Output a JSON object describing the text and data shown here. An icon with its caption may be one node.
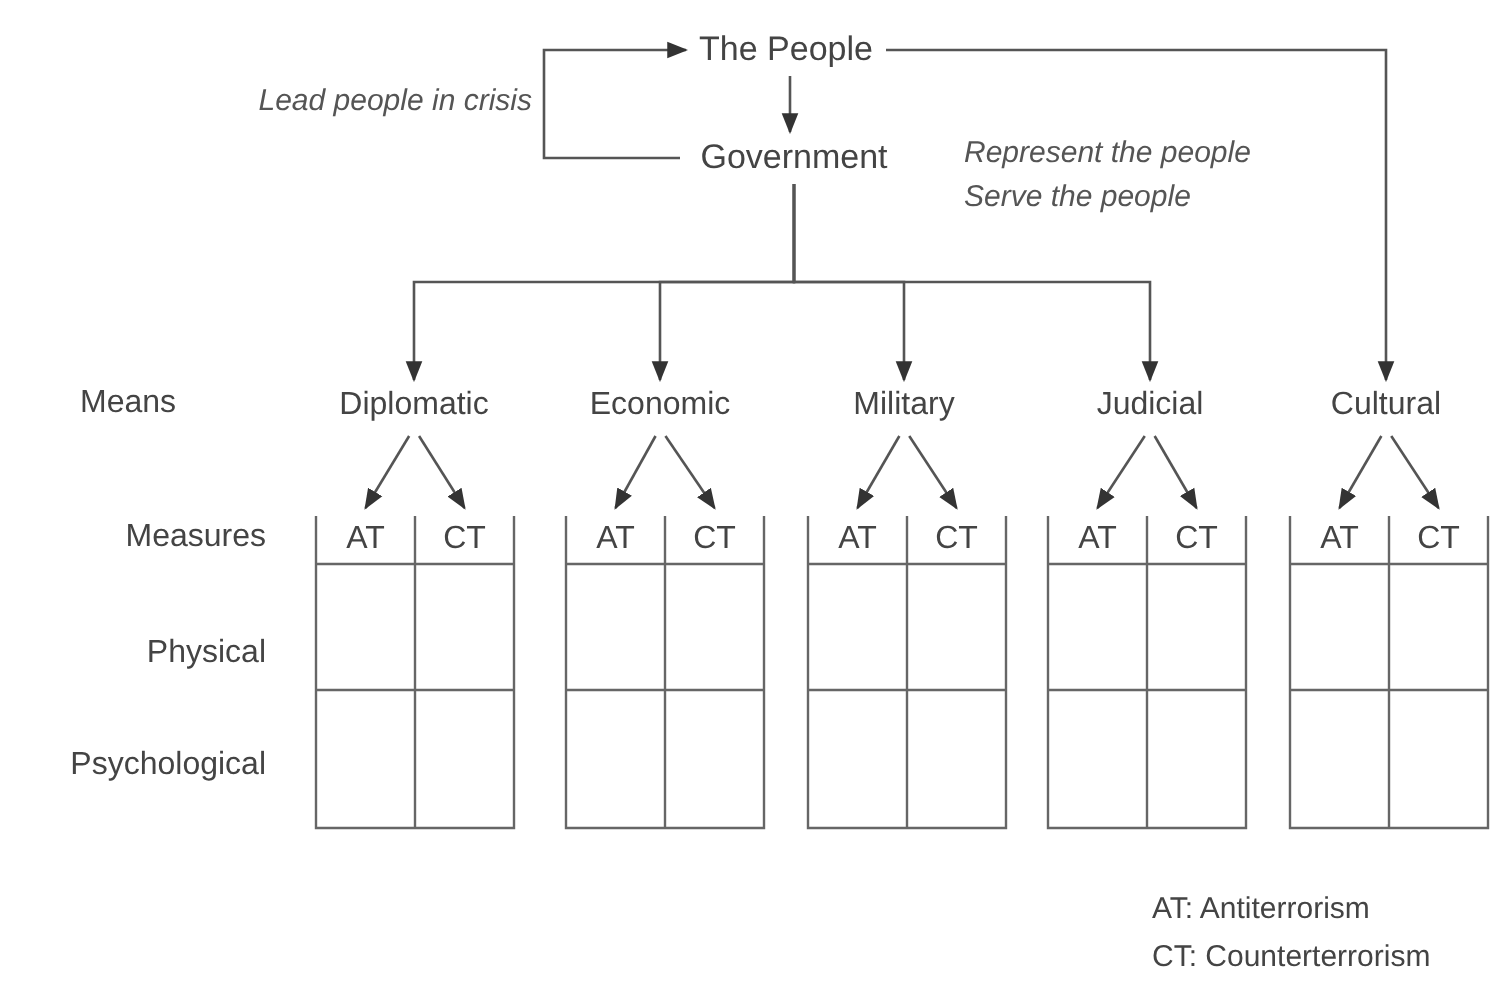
{
  "diagram": {
    "nodes": [
      {
        "text": [
          "The People"
        ]
      },
      {
        "text": [
          "Government"
        ],
        "beside": [
          "Represent the people",
          "Serve the people"
        ]
      },
      {
        "text": [
          "Diplomatic"
        ]
      },
      {
        "text": [
          "Economic"
        ]
      },
      {
        "text": [
          "Military"
        ]
      },
      {
        "text": [
          "Judicial"
        ]
      },
      {
        "text": [
          "Cultural"
        ]
      },
      {
        "text": [
          "AT"
        ]
      },
      {
        "text": [
          "CT"
        ]
      },
      {
        "text": [
          "AT"
        ]
      },
      {
        "text": [
          "CT"
        ]
      },
      {
        "text": [
          "AT"
        ]
      },
      {
        "text": [
          "CT"
        ]
      },
      {
        "text": [
          "AT"
        ]
      },
      {
        "text": [
          "CT"
        ]
      },
      {
        "text": [
          "AT"
        ]
      },
      {
        "text": [
          "CT"
        ]
      }
    ],
    "edges": [
      {
        "from": 0,
        "to": 1,
        "arrow": "to"
      },
      {
        "from": 1,
        "to": 0,
        "arrow": "to",
        "label": "Lead people in crisis"
      },
      {
        "from": 1,
        "to": 2,
        "arrow": "to"
      },
      {
        "from": 1,
        "to": 3,
        "arrow": "to"
      },
      {
        "from": 1,
        "to": 4,
        "arrow": "to"
      },
      {
        "from": 1,
        "to": 5,
        "arrow": "to"
      },
      {
        "from": 0,
        "to": 6,
        "arrow": "to"
      },
      {
        "from": 2,
        "to": 7,
        "arrow": "to"
      },
      {
        "from": 2,
        "to": 8,
        "arrow": "to"
      },
      {
        "from": 3,
        "to": 9,
        "arrow": "to"
      },
      {
        "from": 3,
        "to": 10,
        "arrow": "to"
      },
      {
        "from": 4,
        "to": 11,
        "arrow": "to"
      },
      {
        "from": 4,
        "to": 12,
        "arrow": "to"
      },
      {
        "from": 5,
        "to": 13,
        "arrow": "to"
      },
      {
        "from": 5,
        "to": 14,
        "arrow": "to"
      },
      {
        "from": 6,
        "to": 15,
        "arrow": "to"
      },
      {
        "from": 6,
        "to": 16,
        "arrow": "to"
      }
    ],
    "labels": [
      "Means",
      "Measures",
      "Physical",
      "Psychological",
      "AT: Antiterrorism",
      "CT: Counterterrorism"
    ]
  }
}
